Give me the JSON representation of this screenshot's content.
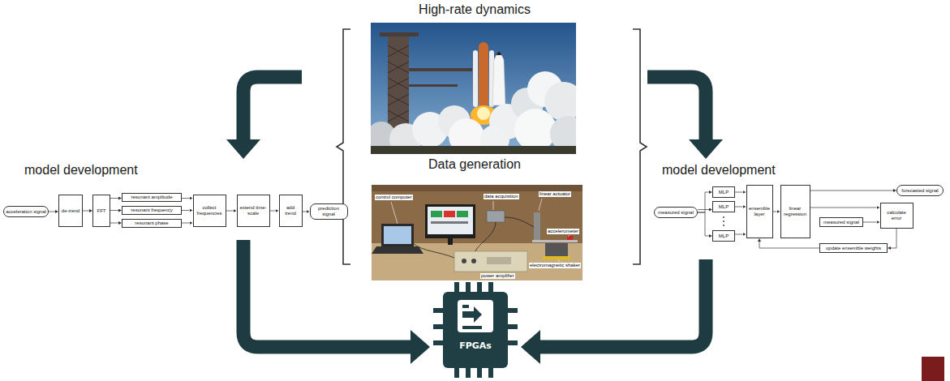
{
  "diagram": {
    "nodes": [
      {
        "text": [
          "High-rate dynamics",
          "Data generation"
        ]
      },
      {
        "text": [
          "model development"
        ]
      },
      {
        "text": [
          "acceleration signal"
        ],
        "in": 1
      },
      {
        "text": [
          "de-trend"
        ],
        "in": 1
      },
      {
        "text": [
          "FFT"
        ],
        "in": 1
      },
      {
        "text": [
          "resonant amplitude"
        ],
        "in": 1
      },
      {
        "text": [
          "resonant frequency"
        ],
        "in": 1
      },
      {
        "text": [
          "resonant phase"
        ],
        "in": 1
      },
      {
        "text": [
          "collect frequencies"
        ],
        "in": 1
      },
      {
        "text": [
          "extend time-scale"
        ],
        "in": 1
      },
      {
        "text": [
          "add trend"
        ],
        "in": 1
      },
      {
        "text": [
          "prediction signal"
        ],
        "in": 1
      },
      {
        "text": [
          "model development"
        ]
      },
      {
        "text": [
          "measured signal"
        ],
        "in": 12
      },
      {
        "text": [
          "MLP"
        ],
        "in": 12
      },
      {
        "text": [
          "MLP"
        ],
        "in": 12
      },
      {
        "text": [
          "MLP"
        ],
        "in": 12
      },
      {
        "text": [
          "ensemble layer"
        ],
        "in": 12
      },
      {
        "text": [
          "linear regression"
        ],
        "in": 12
      },
      {
        "text": [
          "forecasted signal"
        ],
        "in": 12
      },
      {
        "text": [
          "measured signal"
        ],
        "in": 12
      },
      {
        "text": [
          "calculate error"
        ],
        "in": 12
      },
      {
        "text": [
          "update ensemble weights"
        ],
        "in": 12
      },
      {
        "text": [
          "FPGAs"
        ]
      }
    ],
    "edges": [
      {
        "from": 0,
        "to": 1,
        "arrow": "to"
      },
      {
        "from": 0,
        "to": 12,
        "arrow": "to"
      },
      {
        "from": 1,
        "to": 23,
        "arrow": "to"
      },
      {
        "from": 12,
        "to": 23,
        "arrow": "to"
      },
      {
        "from": 2,
        "to": 3,
        "arrow": "to"
      },
      {
        "from": 3,
        "to": 4,
        "arrow": "to"
      },
      {
        "from": 4,
        "to": 5,
        "arrow": "to"
      },
      {
        "from": 4,
        "to": 6,
        "arrow": "to"
      },
      {
        "from": 4,
        "to": 7,
        "arrow": "to"
      },
      {
        "from": 5,
        "to": 8,
        "arrow": "to"
      },
      {
        "from": 6,
        "to": 8,
        "arrow": "to"
      },
      {
        "from": 7,
        "to": 8,
        "arrow": "to"
      },
      {
        "from": 8,
        "to": 9,
        "arrow": "to"
      },
      {
        "from": 9,
        "to": 10,
        "arrow": "to"
      },
      {
        "from": 10,
        "to": 11,
        "arrow": "to"
      },
      {
        "from": 13,
        "to": 14,
        "arrow": "to"
      },
      {
        "from": 13,
        "to": 15,
        "arrow": "to"
      },
      {
        "from": 13,
        "to": 16,
        "arrow": "to"
      },
      {
        "from": 14,
        "to": 17,
        "arrow": "to"
      },
      {
        "from": 15,
        "to": 17,
        "arrow": "to"
      },
      {
        "from": 16,
        "to": 17,
        "arrow": "to"
      },
      {
        "from": 17,
        "to": 18,
        "arrow": "to"
      },
      {
        "from": 18,
        "to": 19,
        "arrow": "to"
      },
      {
        "from": 18,
        "to": 21,
        "arrow": "to"
      },
      {
        "from": 20,
        "to": 21,
        "arrow": "to"
      },
      {
        "from": 21,
        "to": 22,
        "arrow": "to"
      },
      {
        "from": 22,
        "to": 17,
        "arrow": "to"
      }
    ],
    "labels": [
      "control computer",
      "data acquisition",
      "linear actuator",
      "accelerometer",
      "power amplifier",
      "electromagnetic shaker"
    ]
  }
}
